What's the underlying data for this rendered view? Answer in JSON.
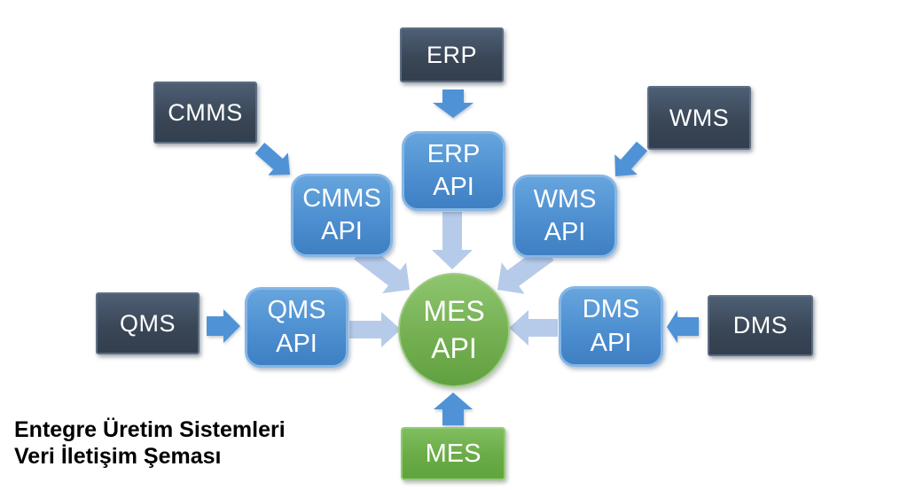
{
  "title": {
    "line1": "Entegre Üretim Sistemleri",
    "line2": "Veri İletişim Şeması"
  },
  "nodes": {
    "erp": {
      "label": "ERP"
    },
    "cmms": {
      "label": "CMMS"
    },
    "wms": {
      "label": "WMS"
    },
    "qms": {
      "label": "QMS"
    },
    "dms": {
      "label": "DMS"
    },
    "mes": {
      "label": "MES"
    },
    "erp_api": {
      "line1": "ERP",
      "line2": "API"
    },
    "cmms_api": {
      "line1": "CMMS",
      "line2": "API"
    },
    "wms_api": {
      "line1": "WMS",
      "line2": "API"
    },
    "qms_api": {
      "line1": "QMS",
      "line2": "API"
    },
    "dms_api": {
      "line1": "DMS",
      "line2": "API"
    },
    "mes_api": {
      "line1": "MES",
      "line2": "API"
    }
  },
  "connections": [
    {
      "from": "ERP",
      "to": "ERP API"
    },
    {
      "from": "CMMS",
      "to": "CMMS API"
    },
    {
      "from": "WMS",
      "to": "WMS API"
    },
    {
      "from": "QMS",
      "to": "QMS API"
    },
    {
      "from": "DMS",
      "to": "DMS API"
    },
    {
      "from": "MES",
      "to": "MES API"
    },
    {
      "from": "ERP API",
      "to": "MES API"
    },
    {
      "from": "CMMS API",
      "to": "MES API"
    },
    {
      "from": "WMS API",
      "to": "MES API"
    },
    {
      "from": "QMS API",
      "to": "MES API"
    },
    {
      "from": "DMS API",
      "to": "MES API"
    }
  ],
  "colors": {
    "system_box_top": "#4e5f75",
    "system_box_bottom": "#333e4e",
    "api_box_top": "#66a5dd",
    "api_box_bottom": "#3f7fc3",
    "api_box_border": "#85b6e5",
    "hub_green_top": "#8ec56f",
    "hub_green_bottom": "#61a040",
    "mes_green_top": "#80bd5e",
    "mes_green_bottom": "#5fa43d",
    "arrow_strong": "#4f93d6",
    "arrow_pale": "#b6cbe9",
    "label_text": "#ffffff",
    "title_text": "#000000",
    "background": "#ffffff"
  }
}
